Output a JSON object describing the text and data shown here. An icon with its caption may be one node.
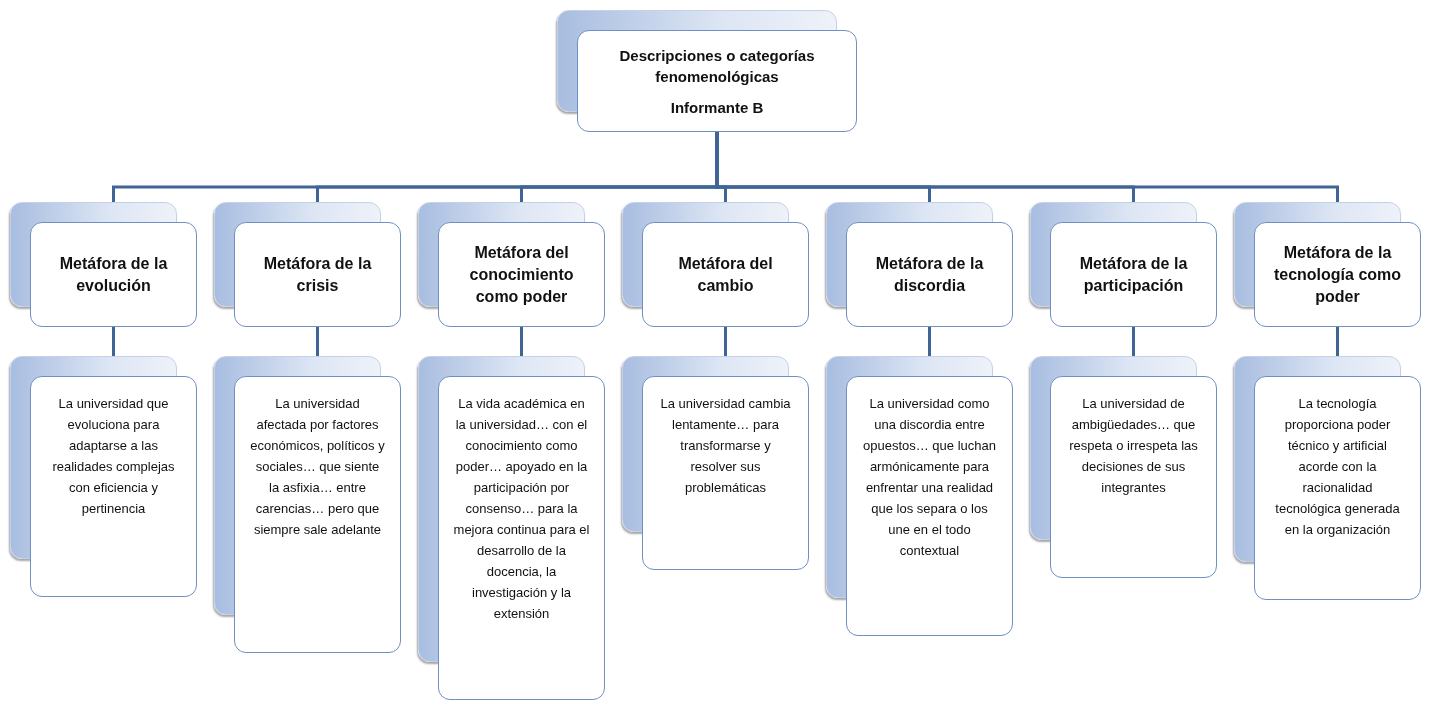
{
  "diagram": {
    "nodes": [
      {
        "text": [
          "Descripciones o categorías fenomenológicas",
          "Informante B"
        ]
      },
      {
        "text": [
          "Metáfora de la evolución"
        ]
      },
      {
        "text": [
          "Metáfora de la crisis"
        ]
      },
      {
        "text": [
          "Metáfora del conocimiento como poder"
        ]
      },
      {
        "text": [
          "Metáfora del cambio"
        ]
      },
      {
        "text": [
          "Metáfora de la discordia"
        ]
      },
      {
        "text": [
          "Metáfora de la participación"
        ]
      },
      {
        "text": [
          "Metáfora de la tecnología como poder"
        ]
      },
      {
        "text": [
          "La universidad que evoluciona para adaptarse a las realidades complejas con eficiencia y pertinencia"
        ]
      },
      {
        "text": [
          "La universidad afectada por factores económicos, políticos y sociales… que siente la asfixia… entre carencias… pero que siempre sale adelante"
        ]
      },
      {
        "text": [
          "La vida académica en la universidad… con el conocimiento como poder… apoyado en la participación por consenso… para la mejora continua para el desarrollo de la docencia, la investigación y la extensión"
        ]
      },
      {
        "text": [
          "La universidad cambia lentamente… para transformarse y resolver sus problemáticas"
        ]
      },
      {
        "text": [
          "La universidad como una discordia entre opuestos… que luchan armónicamente para enfrentar una realidad que los separa o los une en el todo contextual"
        ]
      },
      {
        "text": [
          "La universidad de ambigüedades… que respeta o irrespeta las decisiones de sus integrantes"
        ]
      },
      {
        "text": [
          "La tecnología proporciona poder técnico y artificial acorde con la racionalidad tecnológica generada en la organización"
        ]
      }
    ],
    "edges": [
      {
        "from": 0,
        "to": 1,
        "arrow": "none"
      },
      {
        "from": 0,
        "to": 2,
        "arrow": "none"
      },
      {
        "from": 0,
        "to": 3,
        "arrow": "none"
      },
      {
        "from": 0,
        "to": 4,
        "arrow": "none"
      },
      {
        "from": 0,
        "to": 5,
        "arrow": "none"
      },
      {
        "from": 0,
        "to": 6,
        "arrow": "none"
      },
      {
        "from": 0,
        "to": 7,
        "arrow": "none"
      },
      {
        "from": 1,
        "to": 8,
        "arrow": "none"
      },
      {
        "from": 2,
        "to": 9,
        "arrow": "none"
      },
      {
        "from": 3,
        "to": 10,
        "arrow": "none"
      },
      {
        "from": 4,
        "to": 11,
        "arrow": "none"
      },
      {
        "from": 5,
        "to": 12,
        "arrow": "none"
      },
      {
        "from": 6,
        "to": 13,
        "arrow": "none"
      },
      {
        "from": 7,
        "to": 14,
        "arrow": "none"
      }
    ]
  }
}
